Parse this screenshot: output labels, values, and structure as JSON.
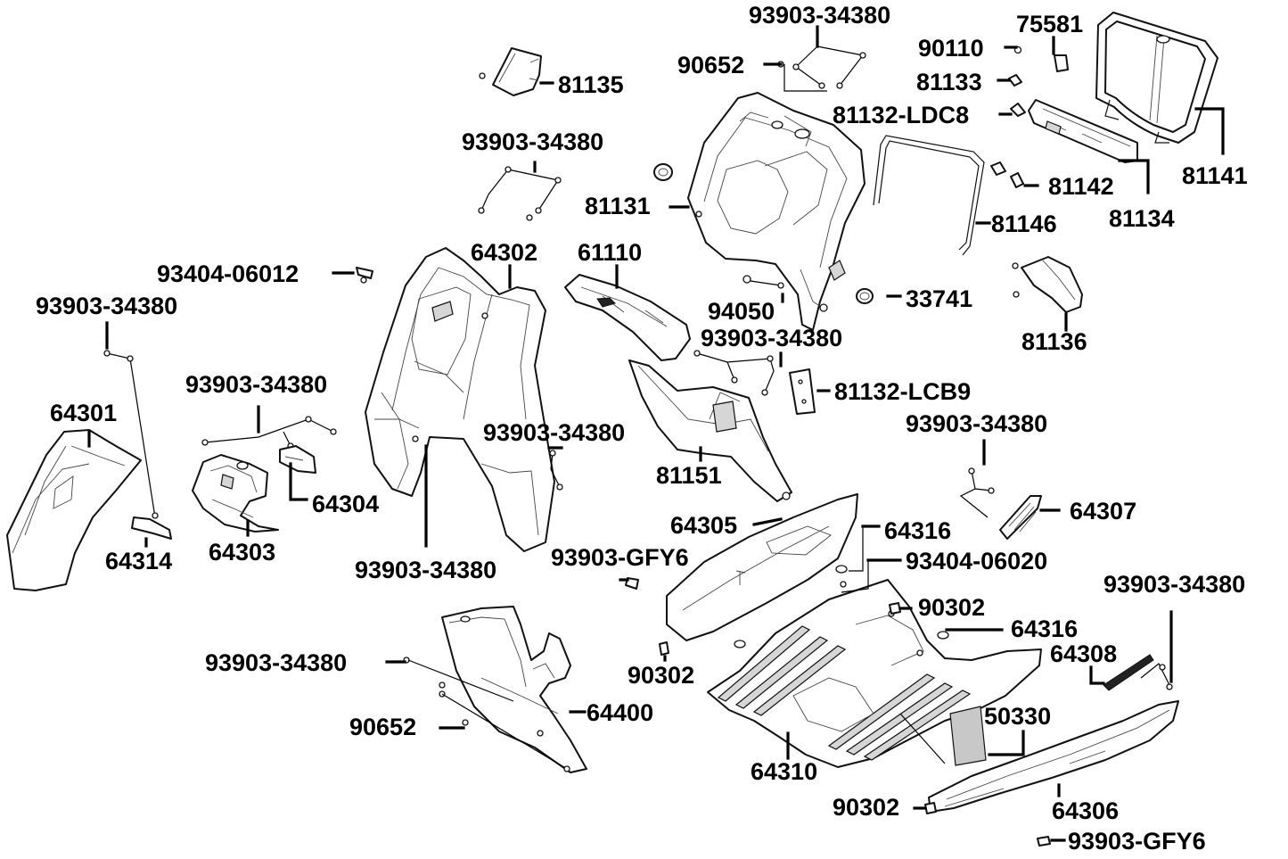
{
  "labels": {
    "p93903_34380_top": "93903-34380",
    "p75581": "75581",
    "p90110": "90110",
    "p90652_top": "90652",
    "p81135": "81135",
    "p81133": "81133",
    "p81132_ldc8": "81132-LDC8",
    "p93903_34380_b": "93903-34380",
    "p81131": "81131",
    "p81142": "81142",
    "p81141": "81141",
    "p81134": "81134",
    "p81146": "81146",
    "p64302": "64302",
    "p61110": "61110",
    "p93404_06012": "93404-06012",
    "p94050": "94050",
    "p33741": "33741",
    "p93903_34380_c": "93903-34380",
    "p81136": "81136",
    "p93903_34380_d": "93903-34380",
    "p81132_lcb9": "81132-LCB9",
    "p64301": "64301",
    "p93903_34380_e": "93903-34380",
    "p93903_34380_f": "93903-34380",
    "p93903_34380_g": "93903-34380",
    "p81151": "81151",
    "p64304": "64304",
    "p64307": "64307",
    "p64305": "64305",
    "p64316_a": "64316",
    "p64314": "64314",
    "p64303": "64303",
    "p93903_34380_h": "93903-34380",
    "p93903_gfy6_a": "93903-GFY6",
    "p93404_06020": "93404-06020",
    "p93903_34380_i": "93903-34380",
    "p90302_a": "90302",
    "p64316_b": "64316",
    "p93903_34380_j": "93903-34380",
    "p64308": "64308",
    "p90302_b": "90302",
    "p64400": "64400",
    "p50330": "50330",
    "p90652_b": "90652",
    "p64310": "64310",
    "p90302_c": "90302",
    "p64306": "64306",
    "p93903_gfy6_b": "93903-GFY6"
  }
}
